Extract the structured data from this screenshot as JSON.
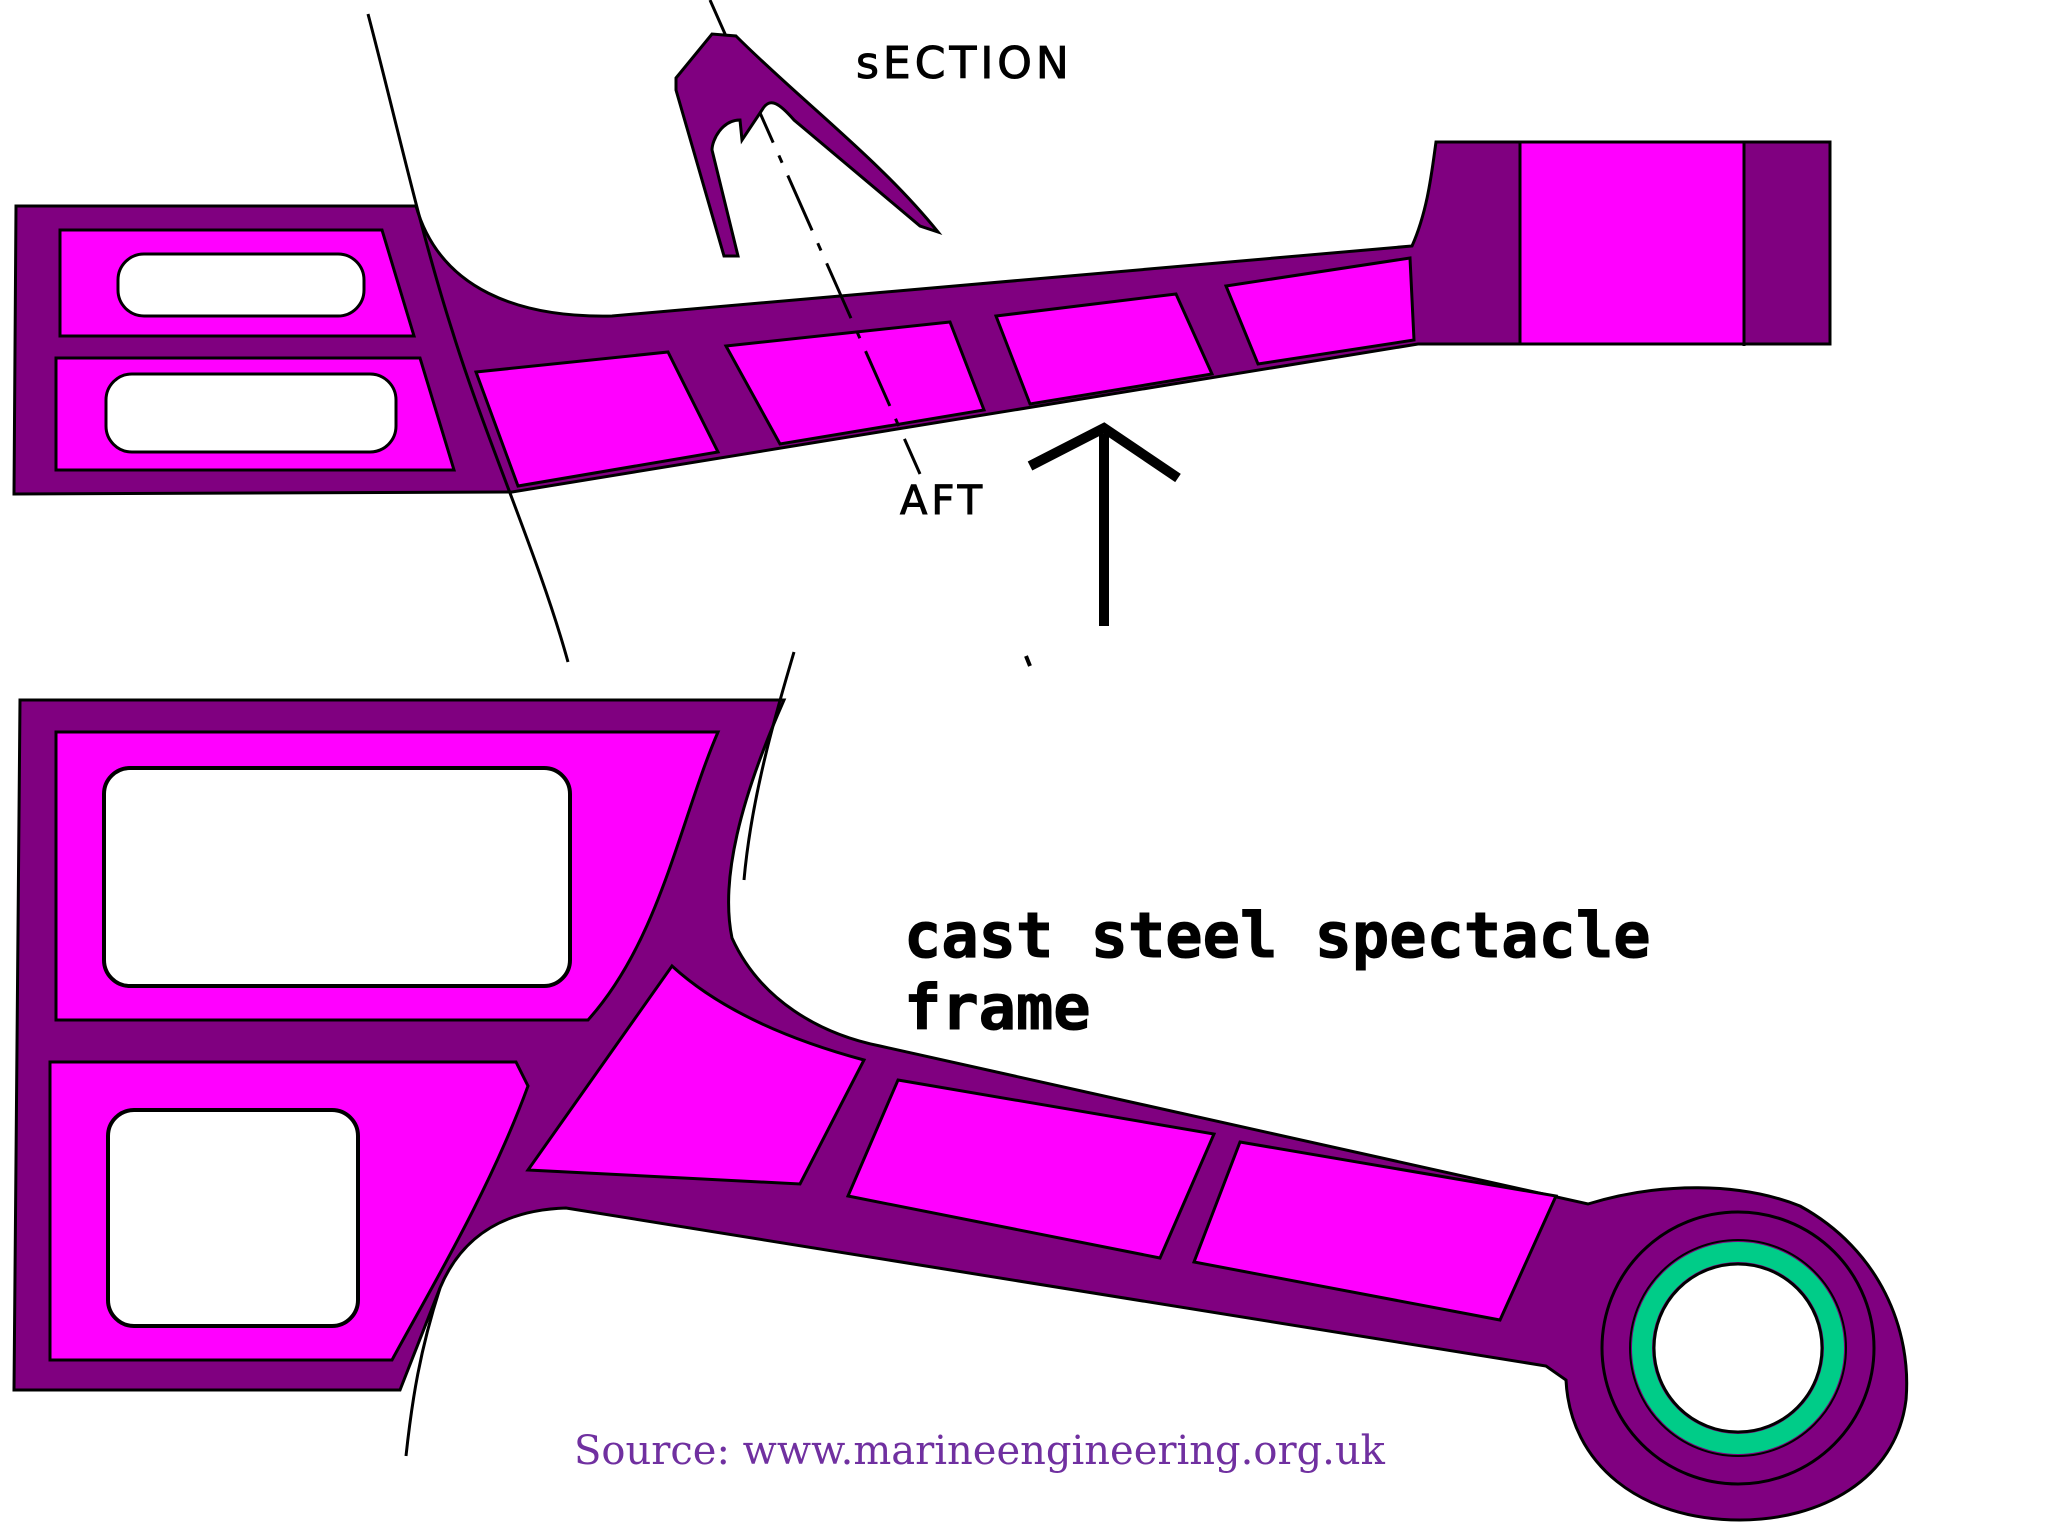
{
  "labels": {
    "section": "sECTION",
    "aft": "AFT",
    "title_line1": "cast steel spectacle",
    "title_line2": "frame",
    "source": "Source: www.marineengineering.org.uk"
  },
  "colors": {
    "frame_dark": "#800080",
    "frame_light": "#ff00ff",
    "bearing_ring": "#00cc88",
    "outline": "#000000",
    "source_text": "#7030a0"
  }
}
